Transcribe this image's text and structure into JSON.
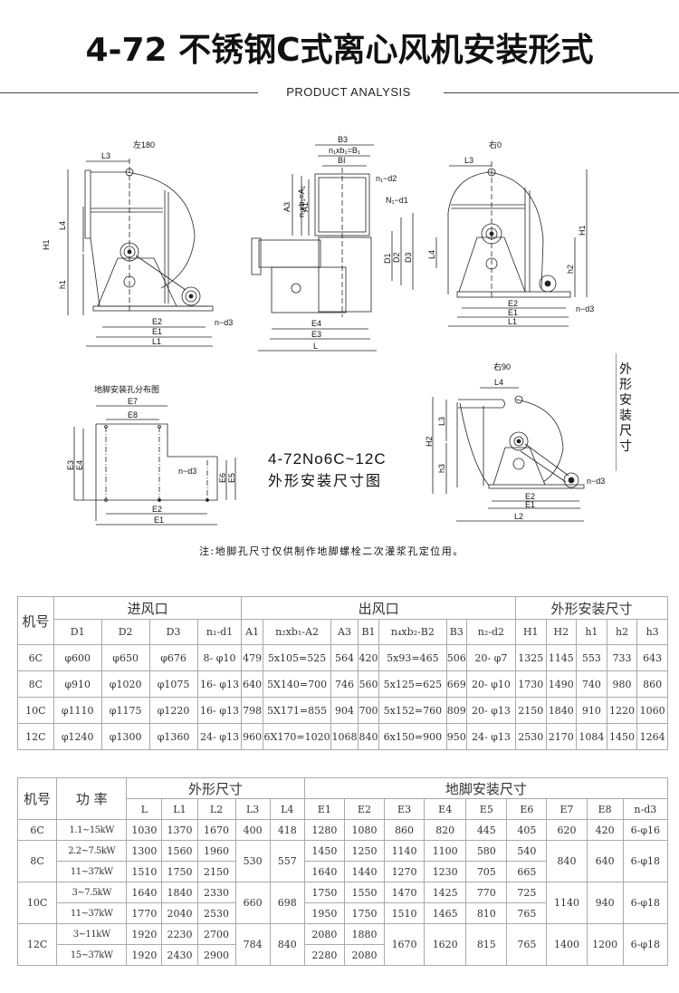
{
  "header": {
    "title": "4-72 不锈钢C式离心风机安装形式",
    "subtitle": "PRODUCT ANALYSIS"
  },
  "drawings": {
    "view_left180": {
      "label": "左180",
      "dims": [
        "L3",
        "H1",
        "L4",
        "h1",
        "E2",
        "E1",
        "L1",
        "n-d3"
      ]
    },
    "view_front": {
      "dims": [
        "B3",
        "n₁xb₁=B₁",
        "BI",
        "n₁-d2",
        "N₁-d1",
        "A3",
        "n₁xb₁=A₁",
        "A1",
        "D1",
        "D2",
        "D3",
        "E4",
        "E3",
        "L"
      ]
    },
    "view_right0": {
      "label": "右0",
      "dims": [
        "L3",
        "H1",
        "L4",
        "h2",
        "E2",
        "E1",
        "L1",
        "n-d3"
      ]
    },
    "foot_plan": {
      "title": "地脚安装孔分布图",
      "dims": [
        "E7",
        "E8",
        "E3",
        "E4",
        "n-d3",
        "E6",
        "E5",
        "E2",
        "E1"
      ]
    },
    "view_right90": {
      "label": "右90",
      "dims": [
        "L4",
        "H2",
        "L3",
        "h3",
        "n-d3",
        "E2",
        "E1",
        "L2"
      ]
    },
    "caption_line1": "4-72No6C~12C",
    "caption_line2": "外形安装尺寸图",
    "side_label": "外形安装尺寸",
    "note": "注:地脚孔尺寸仅供制作地脚螺栓二次灌浆孔定位用。"
  },
  "table1": {
    "group_headers": {
      "model": "机号",
      "inlet": "进风口",
      "outlet": "出风口",
      "outline": "外形安装尺寸"
    },
    "columns": [
      "D1",
      "D2",
      "D3",
      "n₁-d1",
      "A1",
      "n₂xb₁-A2",
      "A3",
      "B1",
      "n₄xb₂-B2",
      "B3",
      "n₂-d2",
      "H1",
      "H2",
      "h1",
      "h2",
      "h3"
    ],
    "rows": [
      {
        "model": "6C",
        "cells": [
          "φ600",
          "φ650",
          "φ676",
          "8- φ10",
          "479",
          "5x105=525",
          "564",
          "420",
          "5x93=465",
          "506",
          "20- φ7",
          "1325",
          "1145",
          "553",
          "733",
          "643"
        ]
      },
      {
        "model": "8C",
        "cells": [
          "φ910",
          "φ1020",
          "φ1075",
          "16- φ13",
          "640",
          "5X140=700",
          "746",
          "560",
          "5x125=625",
          "669",
          "20- φ10",
          "1730",
          "1490",
          "740",
          "980",
          "860"
        ]
      },
      {
        "model": "10C",
        "cells": [
          "φ1110",
          "φ1175",
          "φ1220",
          "16- φ13",
          "798",
          "5X171=855",
          "904",
          "700",
          "5x152=760",
          "809",
          "20- φ13",
          "2150",
          "1840",
          "910",
          "1220",
          "1060"
        ]
      },
      {
        "model": "12C",
        "cells": [
          "φ1240",
          "φ1300",
          "φ1360",
          "24- φ13",
          "960",
          "6X170=1020",
          "1068",
          "840",
          "6x150=900",
          "950",
          "24- φ13",
          "2530",
          "2170",
          "1084",
          "1450",
          "1264"
        ]
      }
    ]
  },
  "table2": {
    "group_headers": {
      "model": "机号",
      "power": "功 率",
      "outline": "外形尺寸",
      "foot": "地脚安装尺寸"
    },
    "columns": [
      "L",
      "L1",
      "L2",
      "L3",
      "L4",
      "E1",
      "E2",
      "E3",
      "E4",
      "E5",
      "E6",
      "E7",
      "E8",
      "n-d3"
    ],
    "rows": [
      {
        "model": "6C",
        "power": "1.1~15kW",
        "L": "1030",
        "L1": "1370",
        "L2": "1670",
        "L3": "400",
        "L4": "418",
        "E1": "1280",
        "E2": "1080",
        "E3": "860",
        "E4": "820",
        "E5": "445",
        "E6": "405",
        "E7": "620",
        "E8": "420",
        "nd3": "6-φ16"
      },
      {
        "model": "8C",
        "power": "2.2~7.5kW",
        "L": "1300",
        "L1": "1560",
        "L2": "1960",
        "L3": "530",
        "L4": "557",
        "E1": "1450",
        "E2": "1250",
        "E3": "1140",
        "E4": "1100",
        "E5": "580",
        "E6": "540",
        "E7": "840",
        "E8": "640",
        "nd3": "6-φ18"
      },
      {
        "model": "8C",
        "power": "11~37kW",
        "L": "1510",
        "L1": "1750",
        "L2": "2150",
        "E1": "1640",
        "E2": "1440",
        "E3": "1270",
        "E4": "1230",
        "E5": "705",
        "E6": "665"
      },
      {
        "model": "10C",
        "power": "3~7.5kW",
        "L": "1640",
        "L1": "1840",
        "L2": "2330",
        "L3": "660",
        "L4": "698",
        "E1": "1750",
        "E2": "1550",
        "E3": "1470",
        "E4": "1425",
        "E5": "770",
        "E6": "725",
        "E7": "1140",
        "E8": "940",
        "nd3": "6-φ18"
      },
      {
        "model": "10C",
        "power": "11~37kW",
        "L": "1770",
        "L1": "2040",
        "L2": "2530",
        "E1": "1950",
        "E2": "1750",
        "E3": "1510",
        "E4": "1465",
        "E5": "810",
        "E6": "765"
      },
      {
        "model": "12C",
        "power": "3~11kW",
        "L": "1920",
        "L1": "2230",
        "L2": "2700",
        "L3": "784",
        "L4": "840",
        "E1": "2080",
        "E2": "1880",
        "E3": "1670",
        "E4": "1620",
        "E5": "815",
        "E6": "765",
        "E7": "1400",
        "E8": "1200",
        "nd3": "6-φ18"
      },
      {
        "model": "12C",
        "power": "15~37kW",
        "L": "1920",
        "L1": "2430",
        "L2": "2900",
        "E1": "2280",
        "E2": "2080"
      }
    ]
  }
}
